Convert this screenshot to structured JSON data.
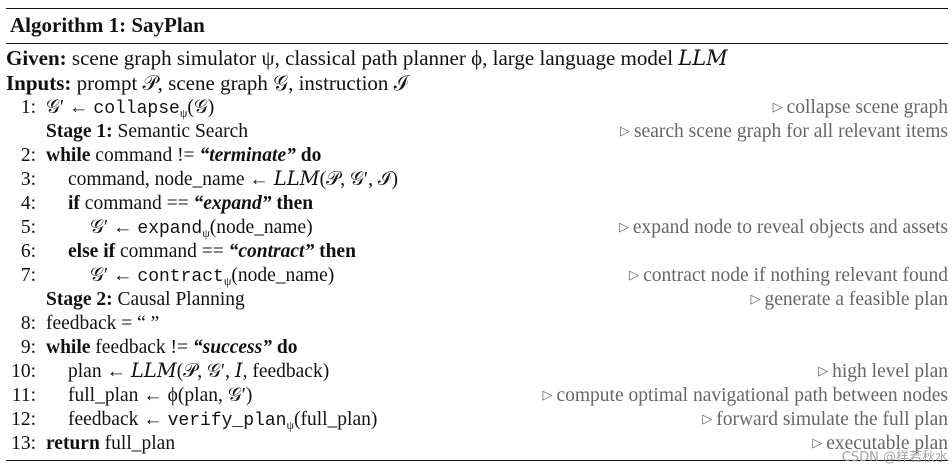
{
  "title": "Algorithm 1: SayPlan",
  "given": {
    "label": "Given:",
    "text": "scene graph simulator ψ, classical path planner ϕ, large language model 𝐿𝐿𝑀"
  },
  "inputs": {
    "label": "Inputs:",
    "text": "prompt 𝒫, scene graph 𝒢, instruction ℐ"
  },
  "lines": [
    {
      "num": "1:",
      "pre": "𝒢′ ← ",
      "mono": "collapse",
      "sub": "ψ",
      "post": "(𝒢)",
      "comment": "collapse scene graph"
    },
    {
      "stage_label": "Stage 1:",
      "stage_text": "Semantic Search",
      "comment": "search scene graph for all relevant items"
    },
    {
      "num": "2:",
      "kw1": "while",
      "t1": " command != ",
      "q": "“terminate”",
      "kw2": " do"
    },
    {
      "num": "3:",
      "text": "command, node_name ← 𝐿𝐿𝑀(𝒫, 𝒢′, ℐ)"
    },
    {
      "num": "4:",
      "kw1": "if",
      "t1": " command == ",
      "q": "“expand”",
      "kw2": " then"
    },
    {
      "num": "5:",
      "pre": "𝒢′ ← ",
      "mono": "expand",
      "sub": "ψ",
      "post": "(node_name)",
      "comment": "expand node to reveal objects and assets"
    },
    {
      "num": "6:",
      "kw1": "else if",
      "t1": " command == ",
      "q": "“contract”",
      "kw2": " then"
    },
    {
      "num": "7:",
      "pre": "𝒢′ ← ",
      "mono": "contract",
      "sub": "ψ",
      "post": "(node_name)",
      "comment": "contract node if nothing relevant found"
    },
    {
      "stage_label": "Stage 2:",
      "stage_text": "Causal Planning",
      "comment": "generate a feasible plan"
    },
    {
      "num": "8:",
      "text": "feedback = “ ”"
    },
    {
      "num": "9:",
      "kw1": "while",
      "t1": " feedback != ",
      "q": "“success”",
      "kw2": " do"
    },
    {
      "num": "10:",
      "text": "plan ← 𝐿𝐿𝑀(𝒫, 𝒢′, 𝐼, feedback)",
      "comment": "high level plan"
    },
    {
      "num": "11:",
      "text": "full_plan ← ϕ(plan, 𝒢′)",
      "comment": "compute optimal navigational path between nodes"
    },
    {
      "num": "12:",
      "pre": "feedback ← ",
      "mono": "verify_plan",
      "sub": "ψ",
      "post": "(full_plan)",
      "comment": "forward simulate the full plan"
    },
    {
      "num": "13:",
      "kw1": "return",
      "t1": " full_plan",
      "comment": "executable plan"
    }
  ],
  "comment_symbol": "▷",
  "watermark": "CSDN @样若秋水"
}
